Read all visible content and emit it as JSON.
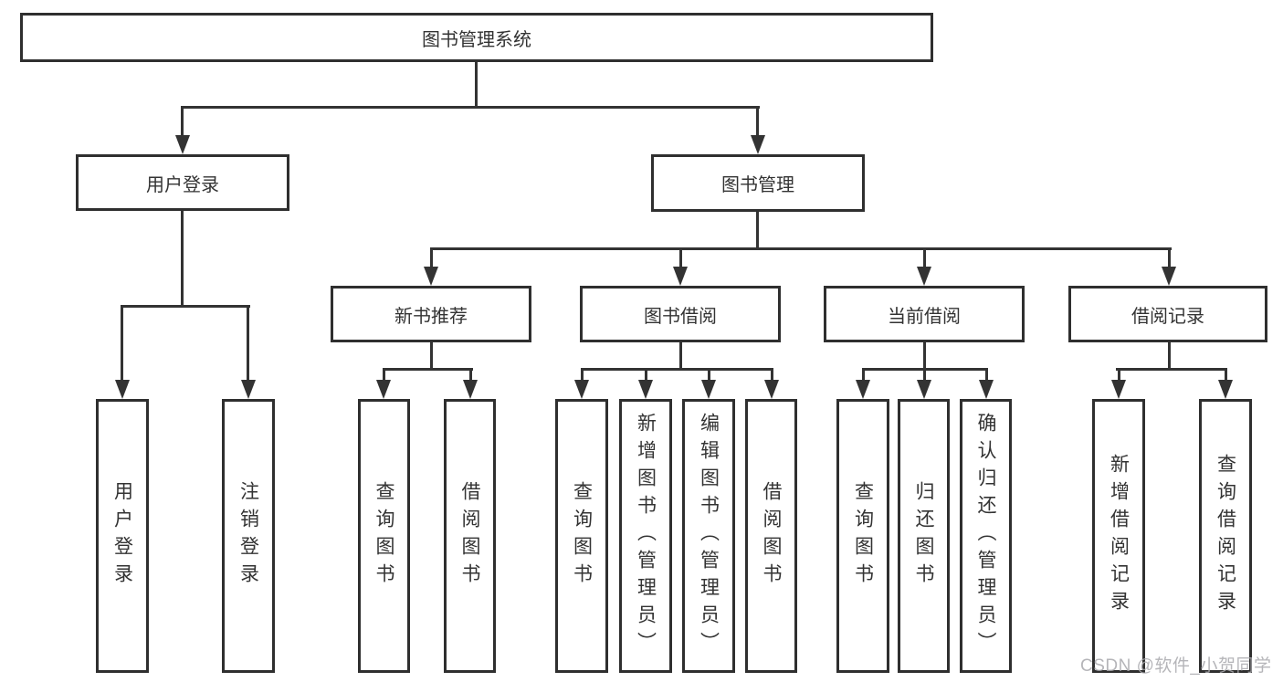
{
  "tree": {
    "label": "图书管理系统",
    "children": [
      {
        "label": "用户登录",
        "children": [
          {
            "label": "用户登录"
          },
          {
            "label": "注销登录"
          }
        ]
      },
      {
        "label": "图书管理",
        "children": [
          {
            "label": "新书推荐",
            "children": [
              {
                "label": "查询图书"
              },
              {
                "label": "借阅图书"
              }
            ]
          },
          {
            "label": "图书借阅",
            "children": [
              {
                "label": "查询图书"
              },
              {
                "label": "新增图书（管理员）"
              },
              {
                "label": "编辑图书（管理员）"
              },
              {
                "label": "借阅图书"
              }
            ]
          },
          {
            "label": "当前借阅",
            "children": [
              {
                "label": "查询图书"
              },
              {
                "label": "归还图书"
              },
              {
                "label": "确认归还（管理员）"
              }
            ]
          },
          {
            "label": "借阅记录",
            "children": [
              {
                "label": "新增借阅记录"
              },
              {
                "label": "查询借阅记录"
              }
            ]
          }
        ]
      }
    ]
  },
  "watermark": "CSDN @软件_小贺同学",
  "colors": {
    "line": "#333333",
    "box_border": "#2f2f2f",
    "background": "#ffffff",
    "watermark": "#a9a9ad"
  }
}
